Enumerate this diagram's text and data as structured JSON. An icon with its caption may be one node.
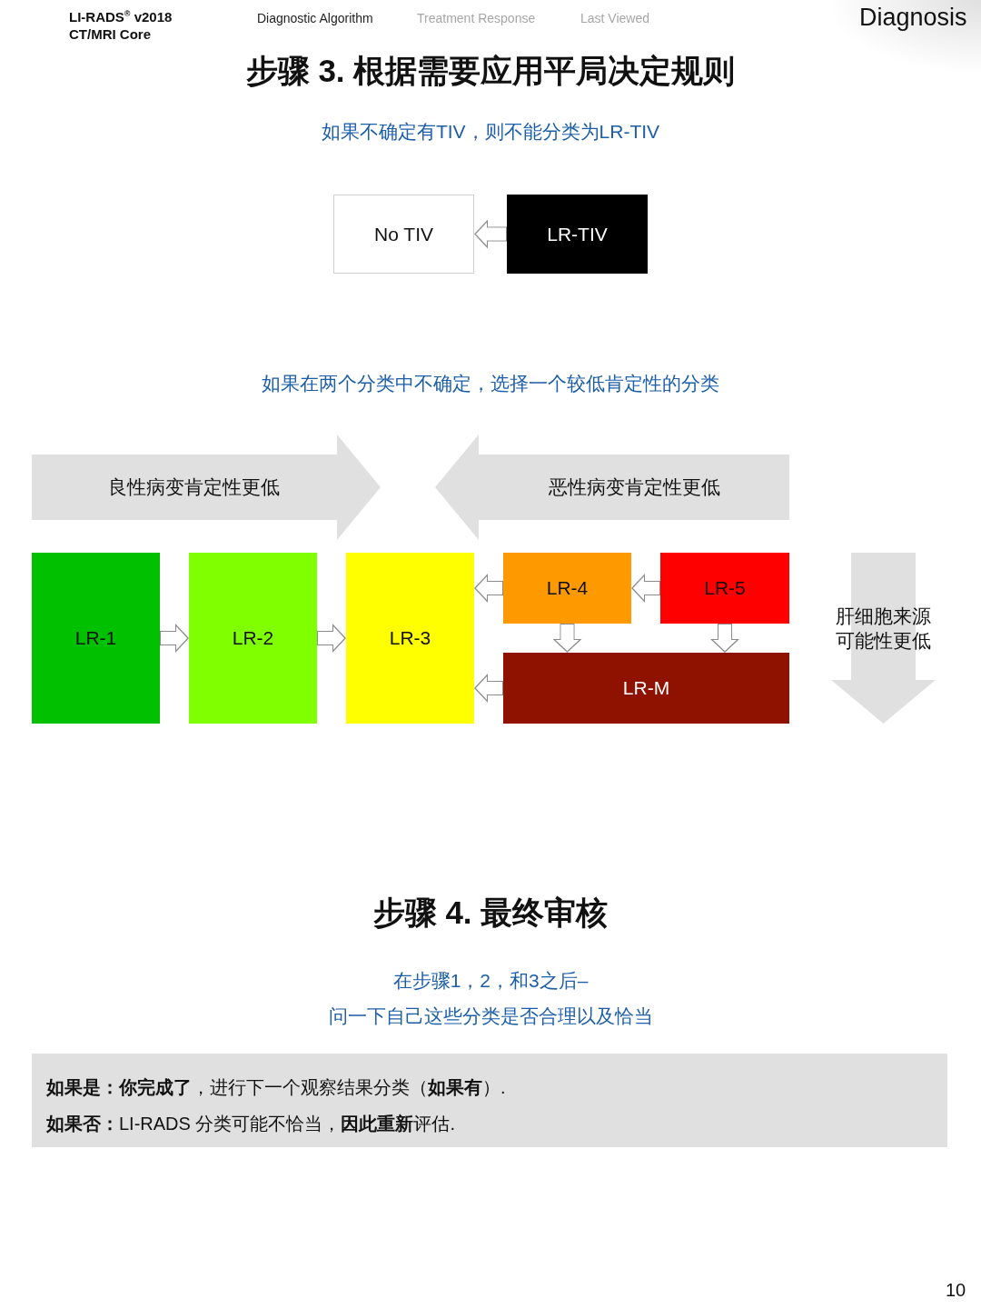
{
  "diagram": {
    "title": "步骤 3. 根据需要应用平局决定规则",
    "nodes": [
      {
        "text": [
          "No TIV"
        ]
      },
      {
        "text": [
          "LR-TIV"
        ]
      },
      {
        "text": [
          "良性病变肯定性更低"
        ]
      },
      {
        "text": [
          "恶性病变肯定性更低"
        ]
      },
      {
        "text": [
          "LR-1"
        ]
      },
      {
        "text": [
          "LR-2"
        ]
      },
      {
        "text": [
          "LR-3"
        ]
      },
      {
        "text": [
          "LR-4"
        ]
      },
      {
        "text": [
          "LR-5"
        ]
      },
      {
        "text": [
          "LR-M"
        ]
      },
      {
        "text": [
          "肝细胞来源可能性更低"
        ]
      },
      {
        "text": [
          "**如果是：你完成了**，进行下一个观察结果分类（**如果有**）.",
          "**如果否：**LI-RADS 分类可能不恰当，**因此重新**评估."
        ]
      }
    ],
    "edges": [
      {
        "from": 1,
        "to": 0,
        "arrow": "to"
      },
      {
        "from": 4,
        "to": 5,
        "arrow": "to"
      },
      {
        "from": 5,
        "to": 6,
        "arrow": "to"
      },
      {
        "from": 7,
        "to": 6,
        "arrow": "to"
      },
      {
        "from": 8,
        "to": 7,
        "arrow": "to"
      },
      {
        "from": 7,
        "to": 9,
        "arrow": "to"
      },
      {
        "from": 8,
        "to": 9,
        "arrow": "to"
      },
      {
        "from": 9,
        "to": 6,
        "arrow": "to"
      }
    ],
    "labels": [
      "LI-RADS$^{®}$ v2018 CT/MRI Core",
      "Diagnostic Algorithm",
      "Treatment Response",
      "Last Viewed",
      "Diagnosis",
      "如果不确定有TIV，则不能分类为LR-TIV",
      "如果在两个分类中不确定，选择一个较低肯定性的分类",
      "步骤 4. 最终审核",
      "在步骤1，2，和3之后–",
      "问一下自己这些分类是否合理以及恰当",
      "10"
    ]
  }
}
